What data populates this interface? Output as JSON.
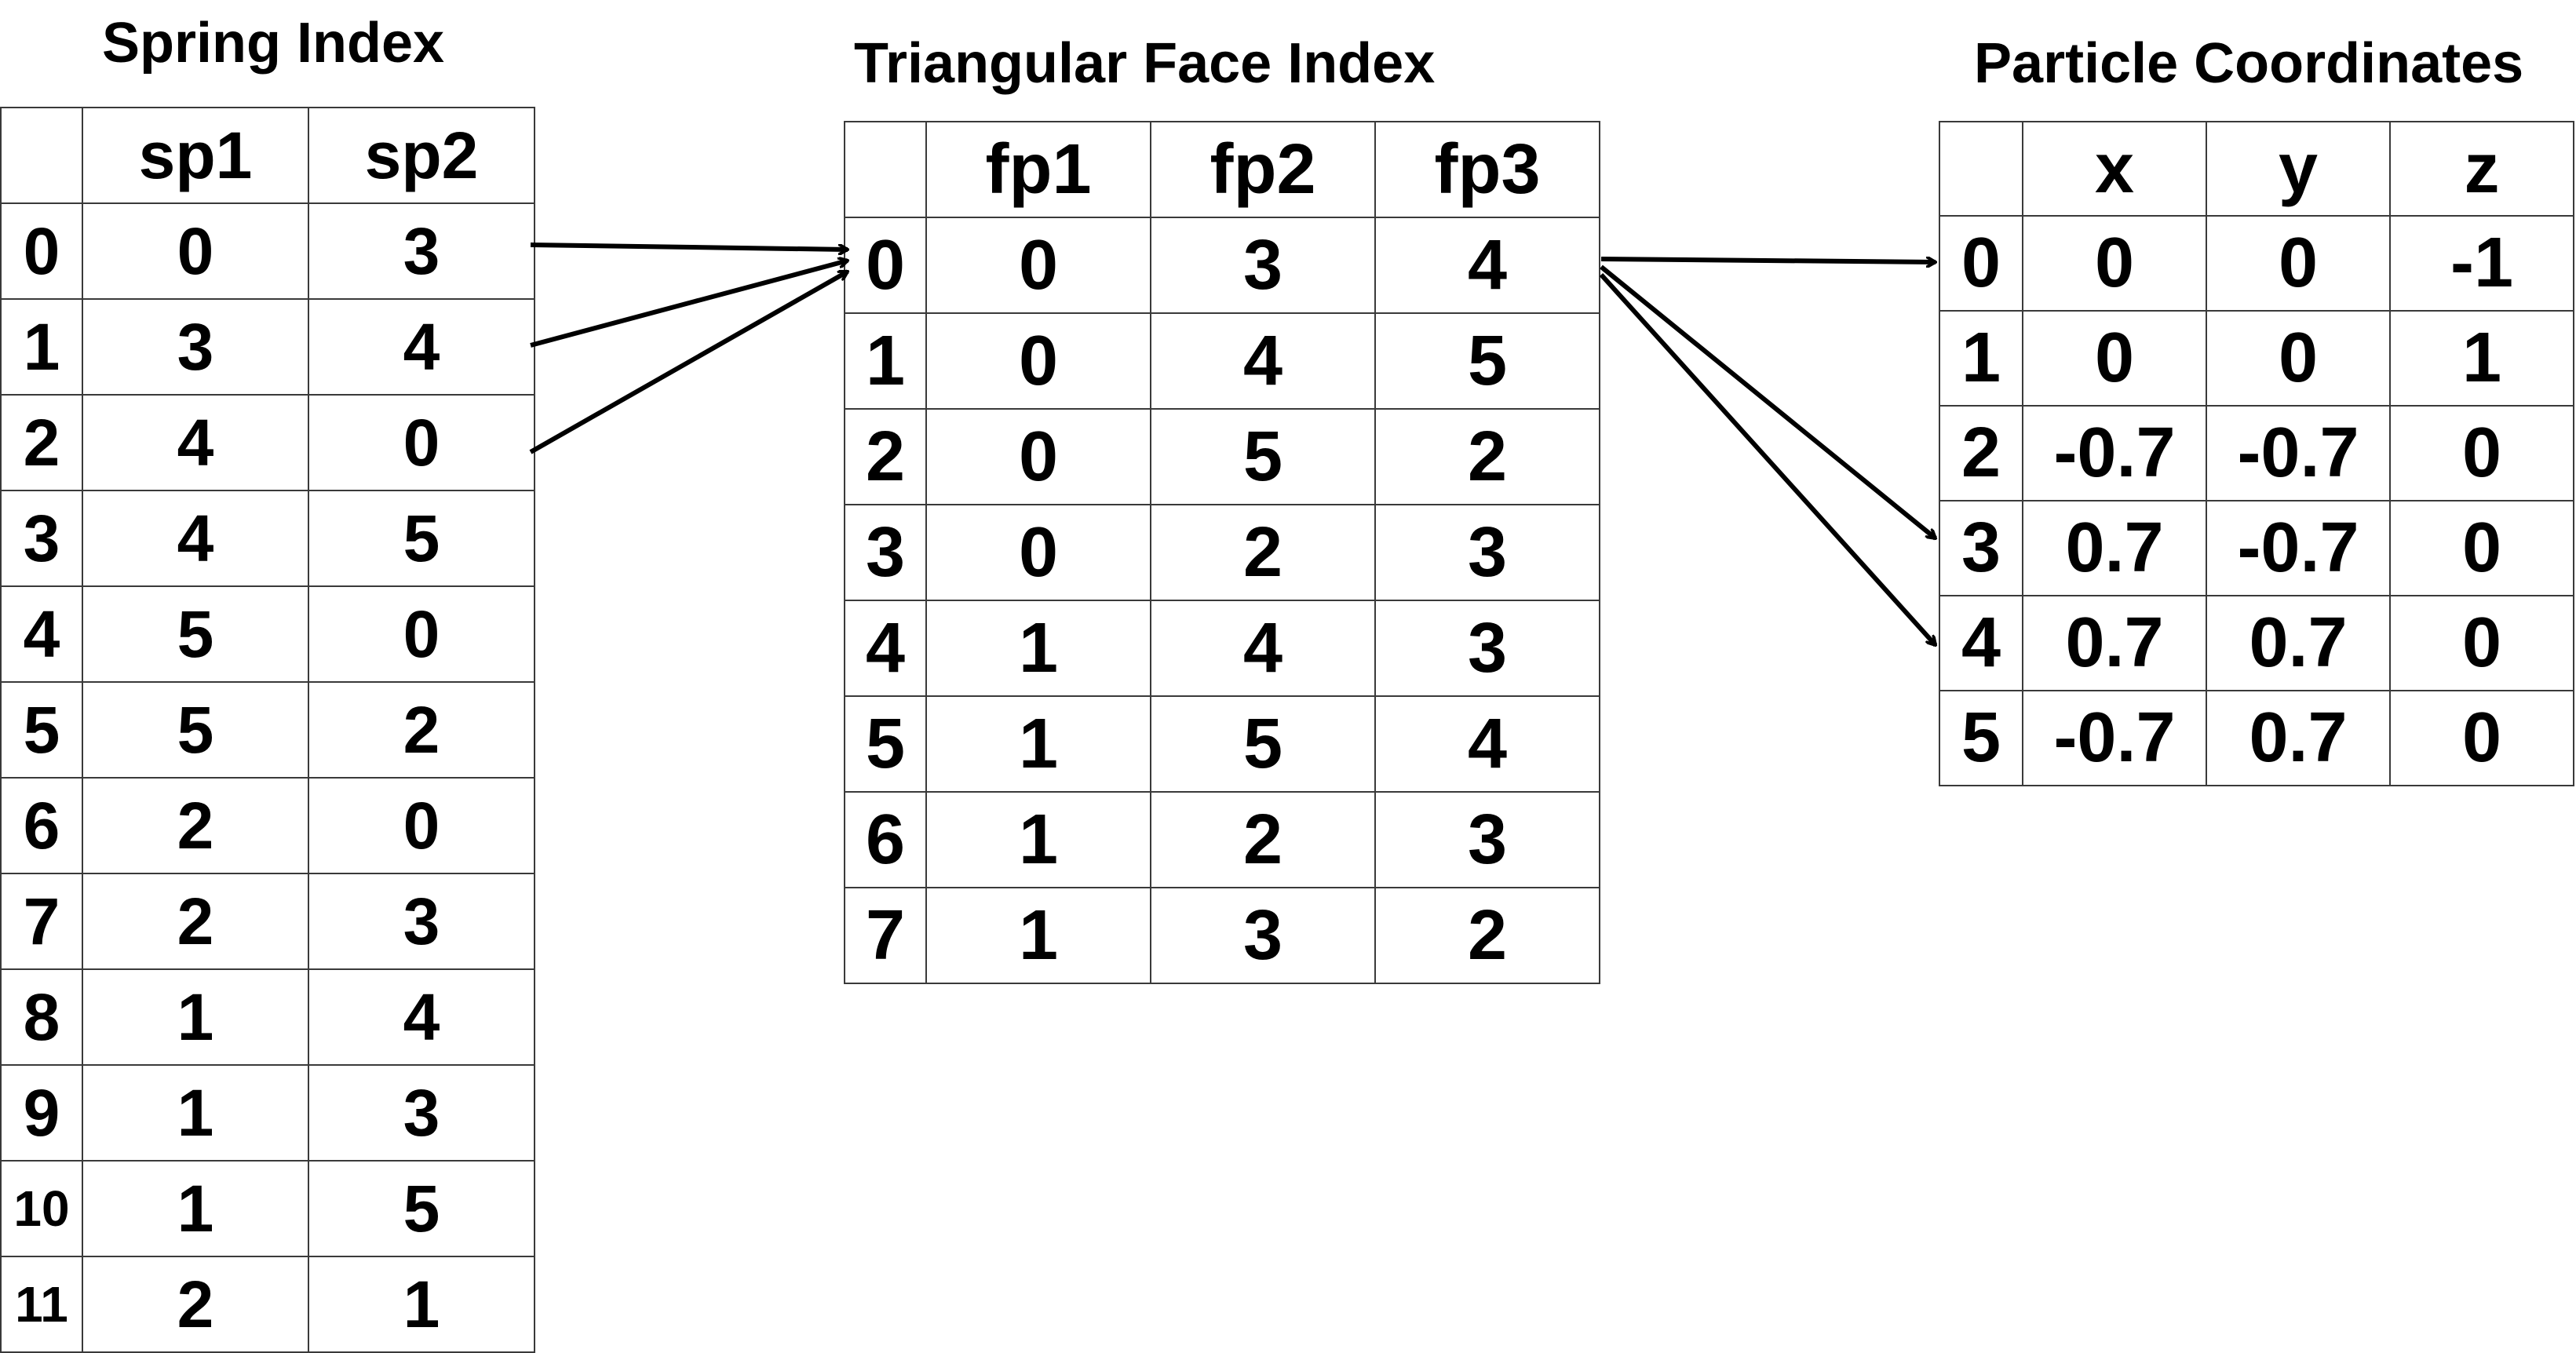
{
  "spring": {
    "title": "Spring Index",
    "headers": [
      "sp1",
      "sp2"
    ],
    "rows": [
      {
        "idx": "0",
        "a": "0",
        "b": "3"
      },
      {
        "idx": "1",
        "a": "3",
        "b": "4"
      },
      {
        "idx": "2",
        "a": "4",
        "b": "0"
      },
      {
        "idx": "3",
        "a": "4",
        "b": "5"
      },
      {
        "idx": "4",
        "a": "5",
        "b": "0"
      },
      {
        "idx": "5",
        "a": "5",
        "b": "2"
      },
      {
        "idx": "6",
        "a": "2",
        "b": "0"
      },
      {
        "idx": "7",
        "a": "2",
        "b": "3"
      },
      {
        "idx": "8",
        "a": "1",
        "b": "4"
      },
      {
        "idx": "9",
        "a": "1",
        "b": "3"
      },
      {
        "idx": "10",
        "a": "1",
        "b": "5"
      },
      {
        "idx": "11",
        "a": "2",
        "b": "1"
      }
    ]
  },
  "face": {
    "title": "Triangular Face Index",
    "headers": [
      "fp1",
      "fp2",
      "fp3"
    ],
    "rows": [
      {
        "idx": "0",
        "a": "0",
        "b": "3",
        "c": "4"
      },
      {
        "idx": "1",
        "a": "0",
        "b": "4",
        "c": "5"
      },
      {
        "idx": "2",
        "a": "0",
        "b": "5",
        "c": "2"
      },
      {
        "idx": "3",
        "a": "0",
        "b": "2",
        "c": "3"
      },
      {
        "idx": "4",
        "a": "1",
        "b": "4",
        "c": "3"
      },
      {
        "idx": "5",
        "a": "1",
        "b": "5",
        "c": "4"
      },
      {
        "idx": "6",
        "a": "1",
        "b": "2",
        "c": "3"
      },
      {
        "idx": "7",
        "a": "1",
        "b": "3",
        "c": "2"
      }
    ]
  },
  "coords": {
    "title": "Particle Coordinates",
    "headers": [
      "x",
      "y",
      "z"
    ],
    "rows": [
      {
        "idx": "0",
        "x": "0",
        "y": "0",
        "z": "-1"
      },
      {
        "idx": "1",
        "x": "0",
        "y": "0",
        "z": "1"
      },
      {
        "idx": "2",
        "x": "-0.7",
        "y": "-0.7",
        "z": "0"
      },
      {
        "idx": "3",
        "x": "0.7",
        "y": "-0.7",
        "z": "0"
      },
      {
        "idx": "4",
        "x": "0.7",
        "y": "0.7",
        "z": "0"
      },
      {
        "idx": "5",
        "x": "-0.7",
        "y": "0.7",
        "z": "0"
      }
    ]
  }
}
